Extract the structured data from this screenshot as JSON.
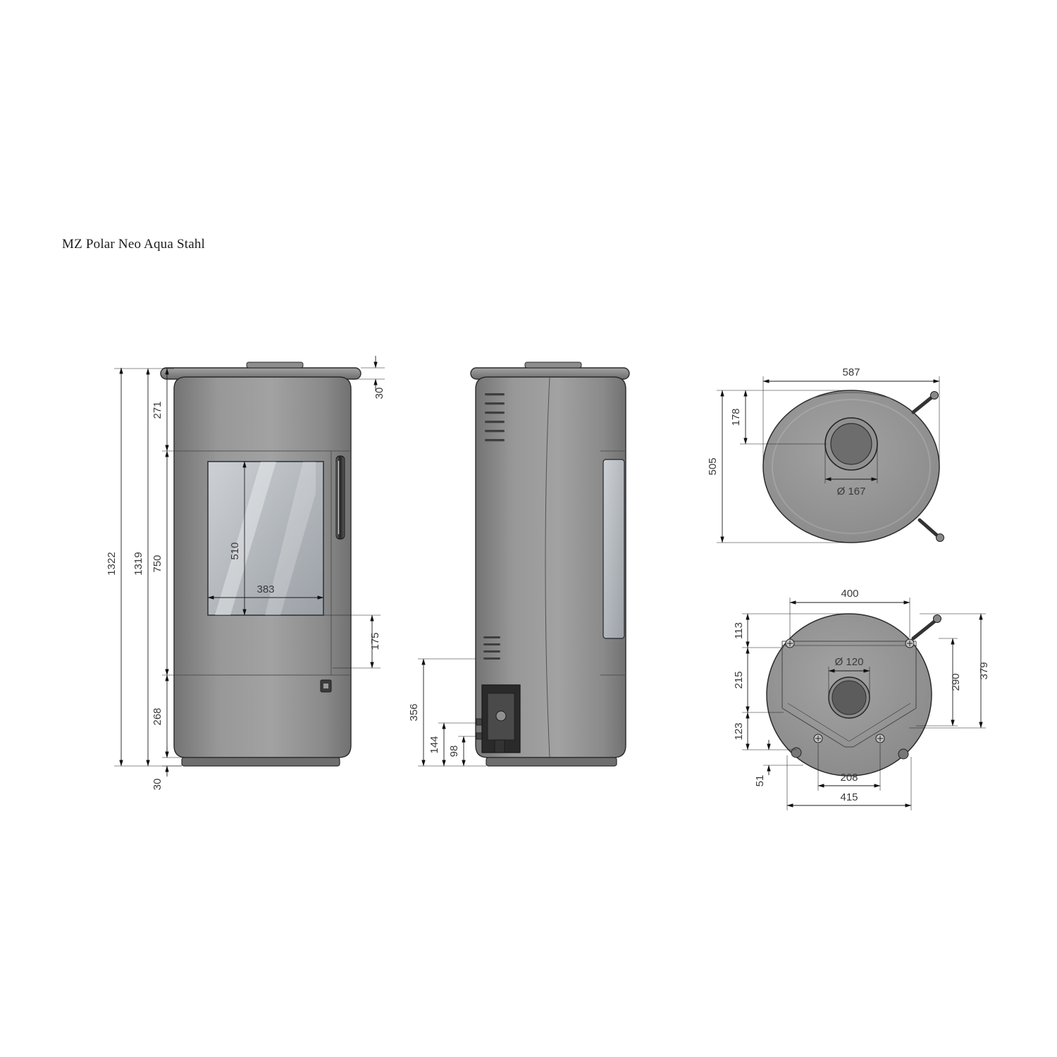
{
  "title": "MZ Polar Neo Aqua Stahl",
  "front": {
    "total_height": "1322",
    "inner_height": "1319",
    "top_section": "271",
    "door_section": "750",
    "bottom_section": "268",
    "base_height": "30",
    "top_plate": "30",
    "glass_height": "510",
    "glass_width": "383",
    "below_glass": "175"
  },
  "side": {
    "d356": "356",
    "d144": "144",
    "d98": "98"
  },
  "top": {
    "width": "587",
    "depth": "505",
    "flue_offset": "178",
    "flue_dia": "Ø 167"
  },
  "bottom": {
    "w400": "400",
    "d113": "113",
    "d215": "215",
    "d123": "123",
    "d51": "51",
    "hole": "Ø 120",
    "d290": "290",
    "d379": "379",
    "d208": "208",
    "d415": "415"
  }
}
